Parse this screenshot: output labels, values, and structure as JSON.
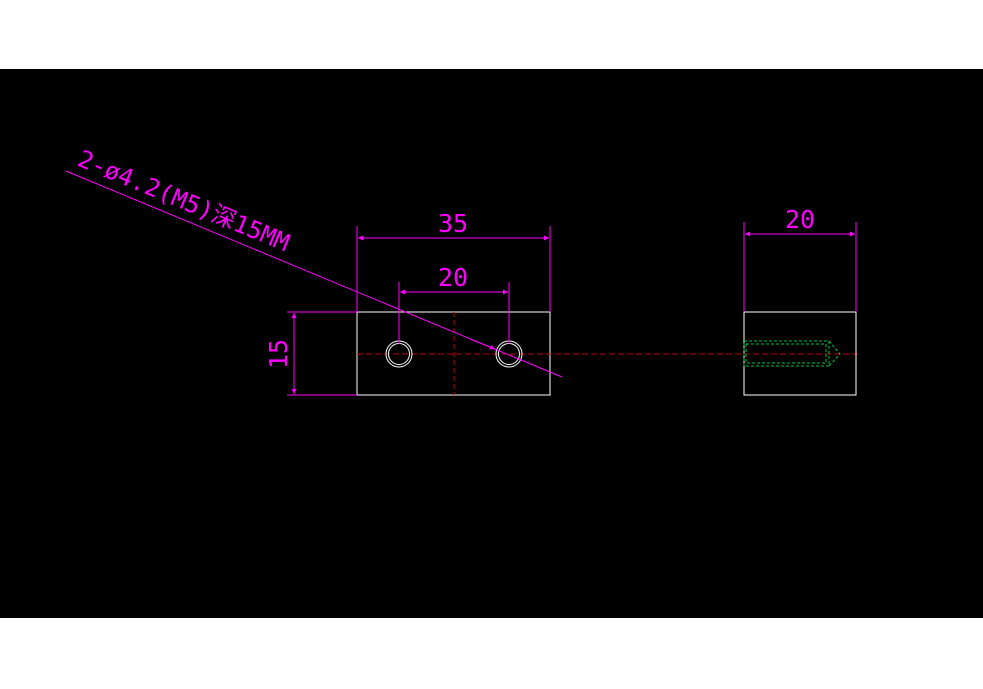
{
  "colors": {
    "background": "#000000",
    "page": "#ffffff",
    "outline": "#ffffff",
    "dimension": "#ff00ff",
    "centerline": "#c00000",
    "hidden_thread": "#00c040"
  },
  "drawing": {
    "front_view": {
      "width_dimension": "35",
      "hole_spacing_dimension": "20",
      "height_dimension": "15",
      "hole_callout": "2-ø4.2(M5)深15MM"
    },
    "side_view": {
      "width_dimension": "20"
    }
  }
}
